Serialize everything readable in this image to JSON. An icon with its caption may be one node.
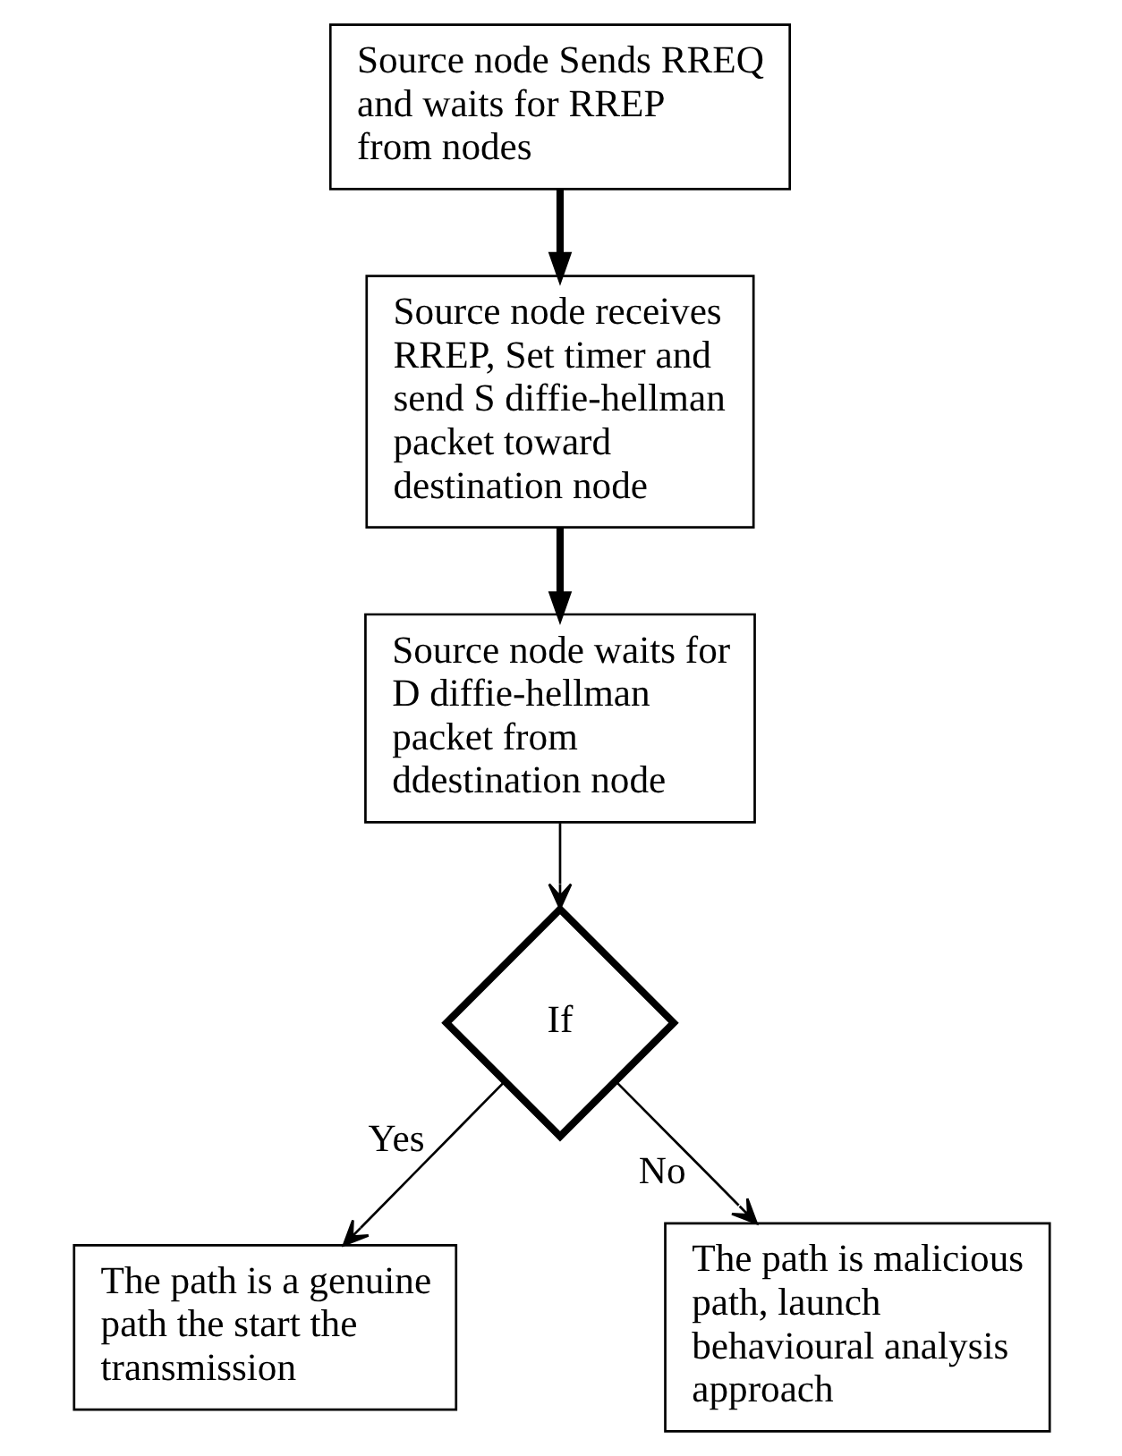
{
  "diagram": {
    "nodes": [
      {
        "text": [
          "Source node Sends RREQ and waits for RREP from nodes"
        ]
      },
      {
        "text": [
          "Source node receives RREP, Set timer and send S diffie-hellman packet toward destination node"
        ]
      },
      {
        "text": [
          "Source node waits for D diffie-hellman packet from ddestination node"
        ]
      },
      {
        "text": [
          "If"
        ]
      },
      {
        "text": [
          "The path is a genuine path the start the transmission"
        ]
      },
      {
        "text": [
          "The path is malicious path, launch behavioural analysis approach"
        ]
      }
    ],
    "edges": [
      {
        "from": 0,
        "to": 1,
        "arrow": "to",
        "style": "thick"
      },
      {
        "from": 1,
        "to": 2,
        "arrow": "to",
        "style": "thick"
      },
      {
        "from": 2,
        "to": 3,
        "arrow": "to"
      },
      {
        "from": 3,
        "to": 4,
        "arrow": "to",
        "label": "Yes"
      },
      {
        "from": 3,
        "to": 5,
        "arrow": "to",
        "label": "No"
      }
    ]
  }
}
